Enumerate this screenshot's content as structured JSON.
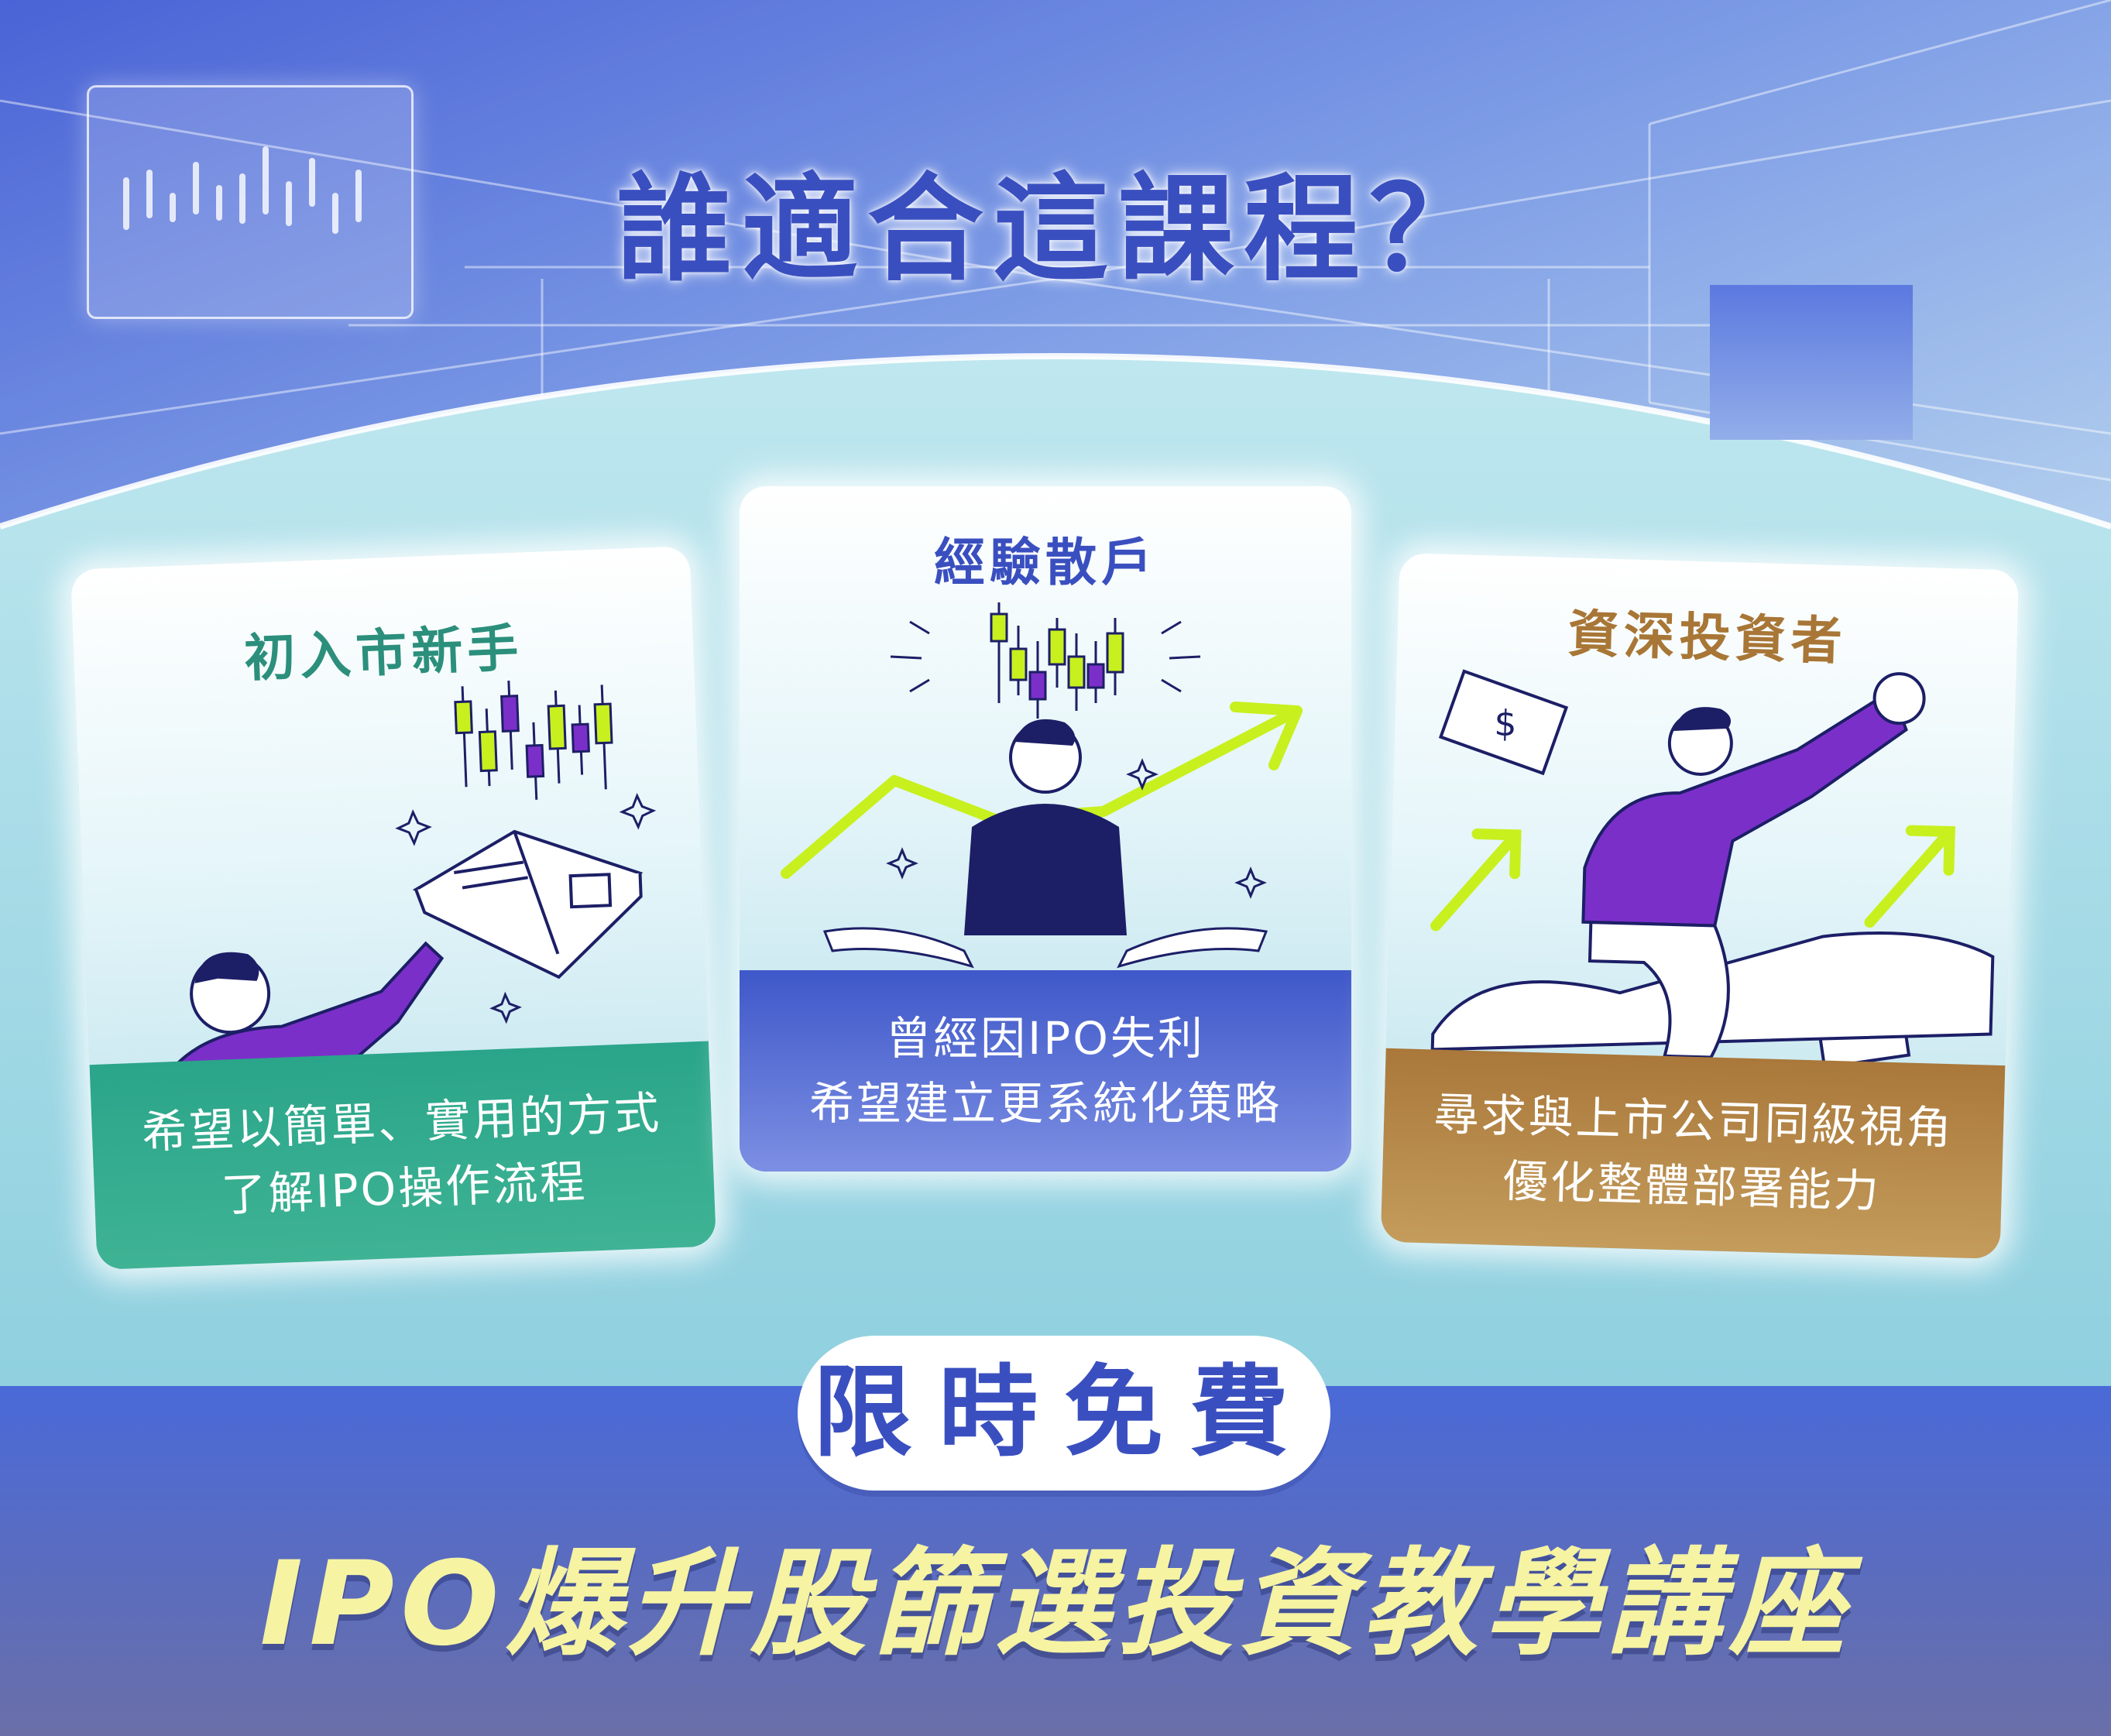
{
  "heading": {
    "title": "誰適合這課程？"
  },
  "cards": [
    {
      "title": "初入市新手",
      "description": [
        "希望以簡單、實用的方式",
        "了解IPO操作流程"
      ],
      "title_color": "#2b8f7c",
      "band_color": "#2aa58a"
    },
    {
      "title": "經驗散戶",
      "description": [
        "曾經因IPO失利",
        "希望建立更系統化策略"
      ],
      "title_color": "#3a4fbf",
      "band_color": "#4b63d2"
    },
    {
      "title": "資深投資者",
      "description": [
        "尋求與上市公司同級視角",
        "優化整體部署能力"
      ],
      "title_color": "#a87636",
      "band_color": "#b8894a"
    }
  ],
  "promo": {
    "badge": "限時免費",
    "course_title": "IPO爆升股篩選投資教學講座"
  },
  "colors": {
    "accent_blue": "#3a4fbf",
    "lime": "#c8f01e",
    "purple": "#7b2fc9",
    "navy": "#1c1f66",
    "footer_text": "#f6f3a2"
  },
  "icons": [
    "candlestick-chart-icon",
    "open-book-icon",
    "sparkle-icon",
    "trend-arrow-icon",
    "dollar-bill-icon",
    "bull-icon"
  ]
}
